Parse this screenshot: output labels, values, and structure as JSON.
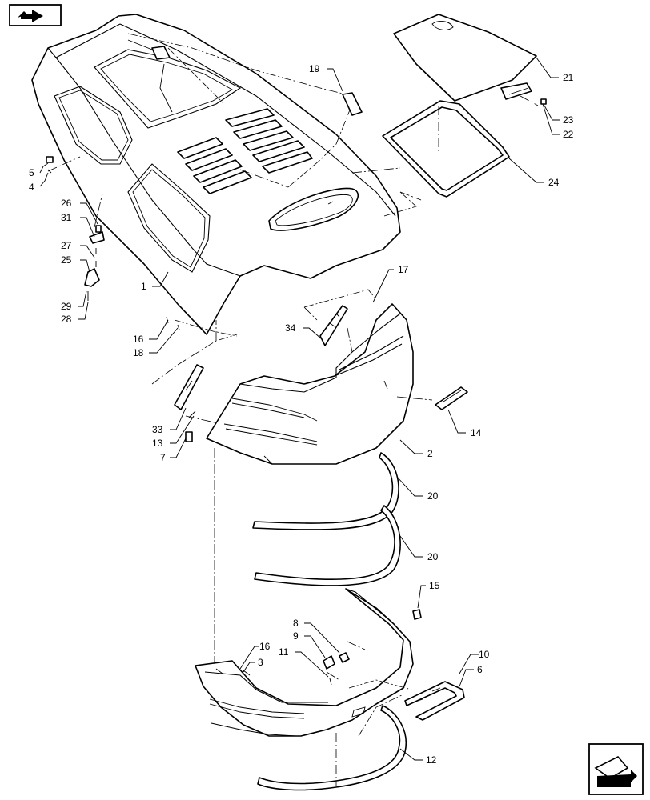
{
  "callouts": {
    "c1": "1",
    "c2": "2",
    "c3": "3",
    "c4": "4",
    "c5": "5",
    "c6": "6",
    "c7": "7",
    "c8": "8",
    "c9": "9",
    "c10": "10",
    "c11": "11",
    "c12": "12",
    "c13": "13",
    "c14": "14",
    "c15": "15",
    "c16a": "16",
    "c16b": "16",
    "c17": "17",
    "c18": "18",
    "c19": "19",
    "c20a": "20",
    "c20b": "20",
    "c21": "21",
    "c22": "22",
    "c23": "23",
    "c24": "24",
    "c25": "25",
    "c26": "26",
    "c27": "27",
    "c28": "28",
    "c29": "29",
    "c31": "31",
    "c33": "33",
    "c34": "34"
  },
  "icons": {
    "top_left": "page-nav-icon",
    "bottom_right": "next-page-arrow-icon"
  }
}
